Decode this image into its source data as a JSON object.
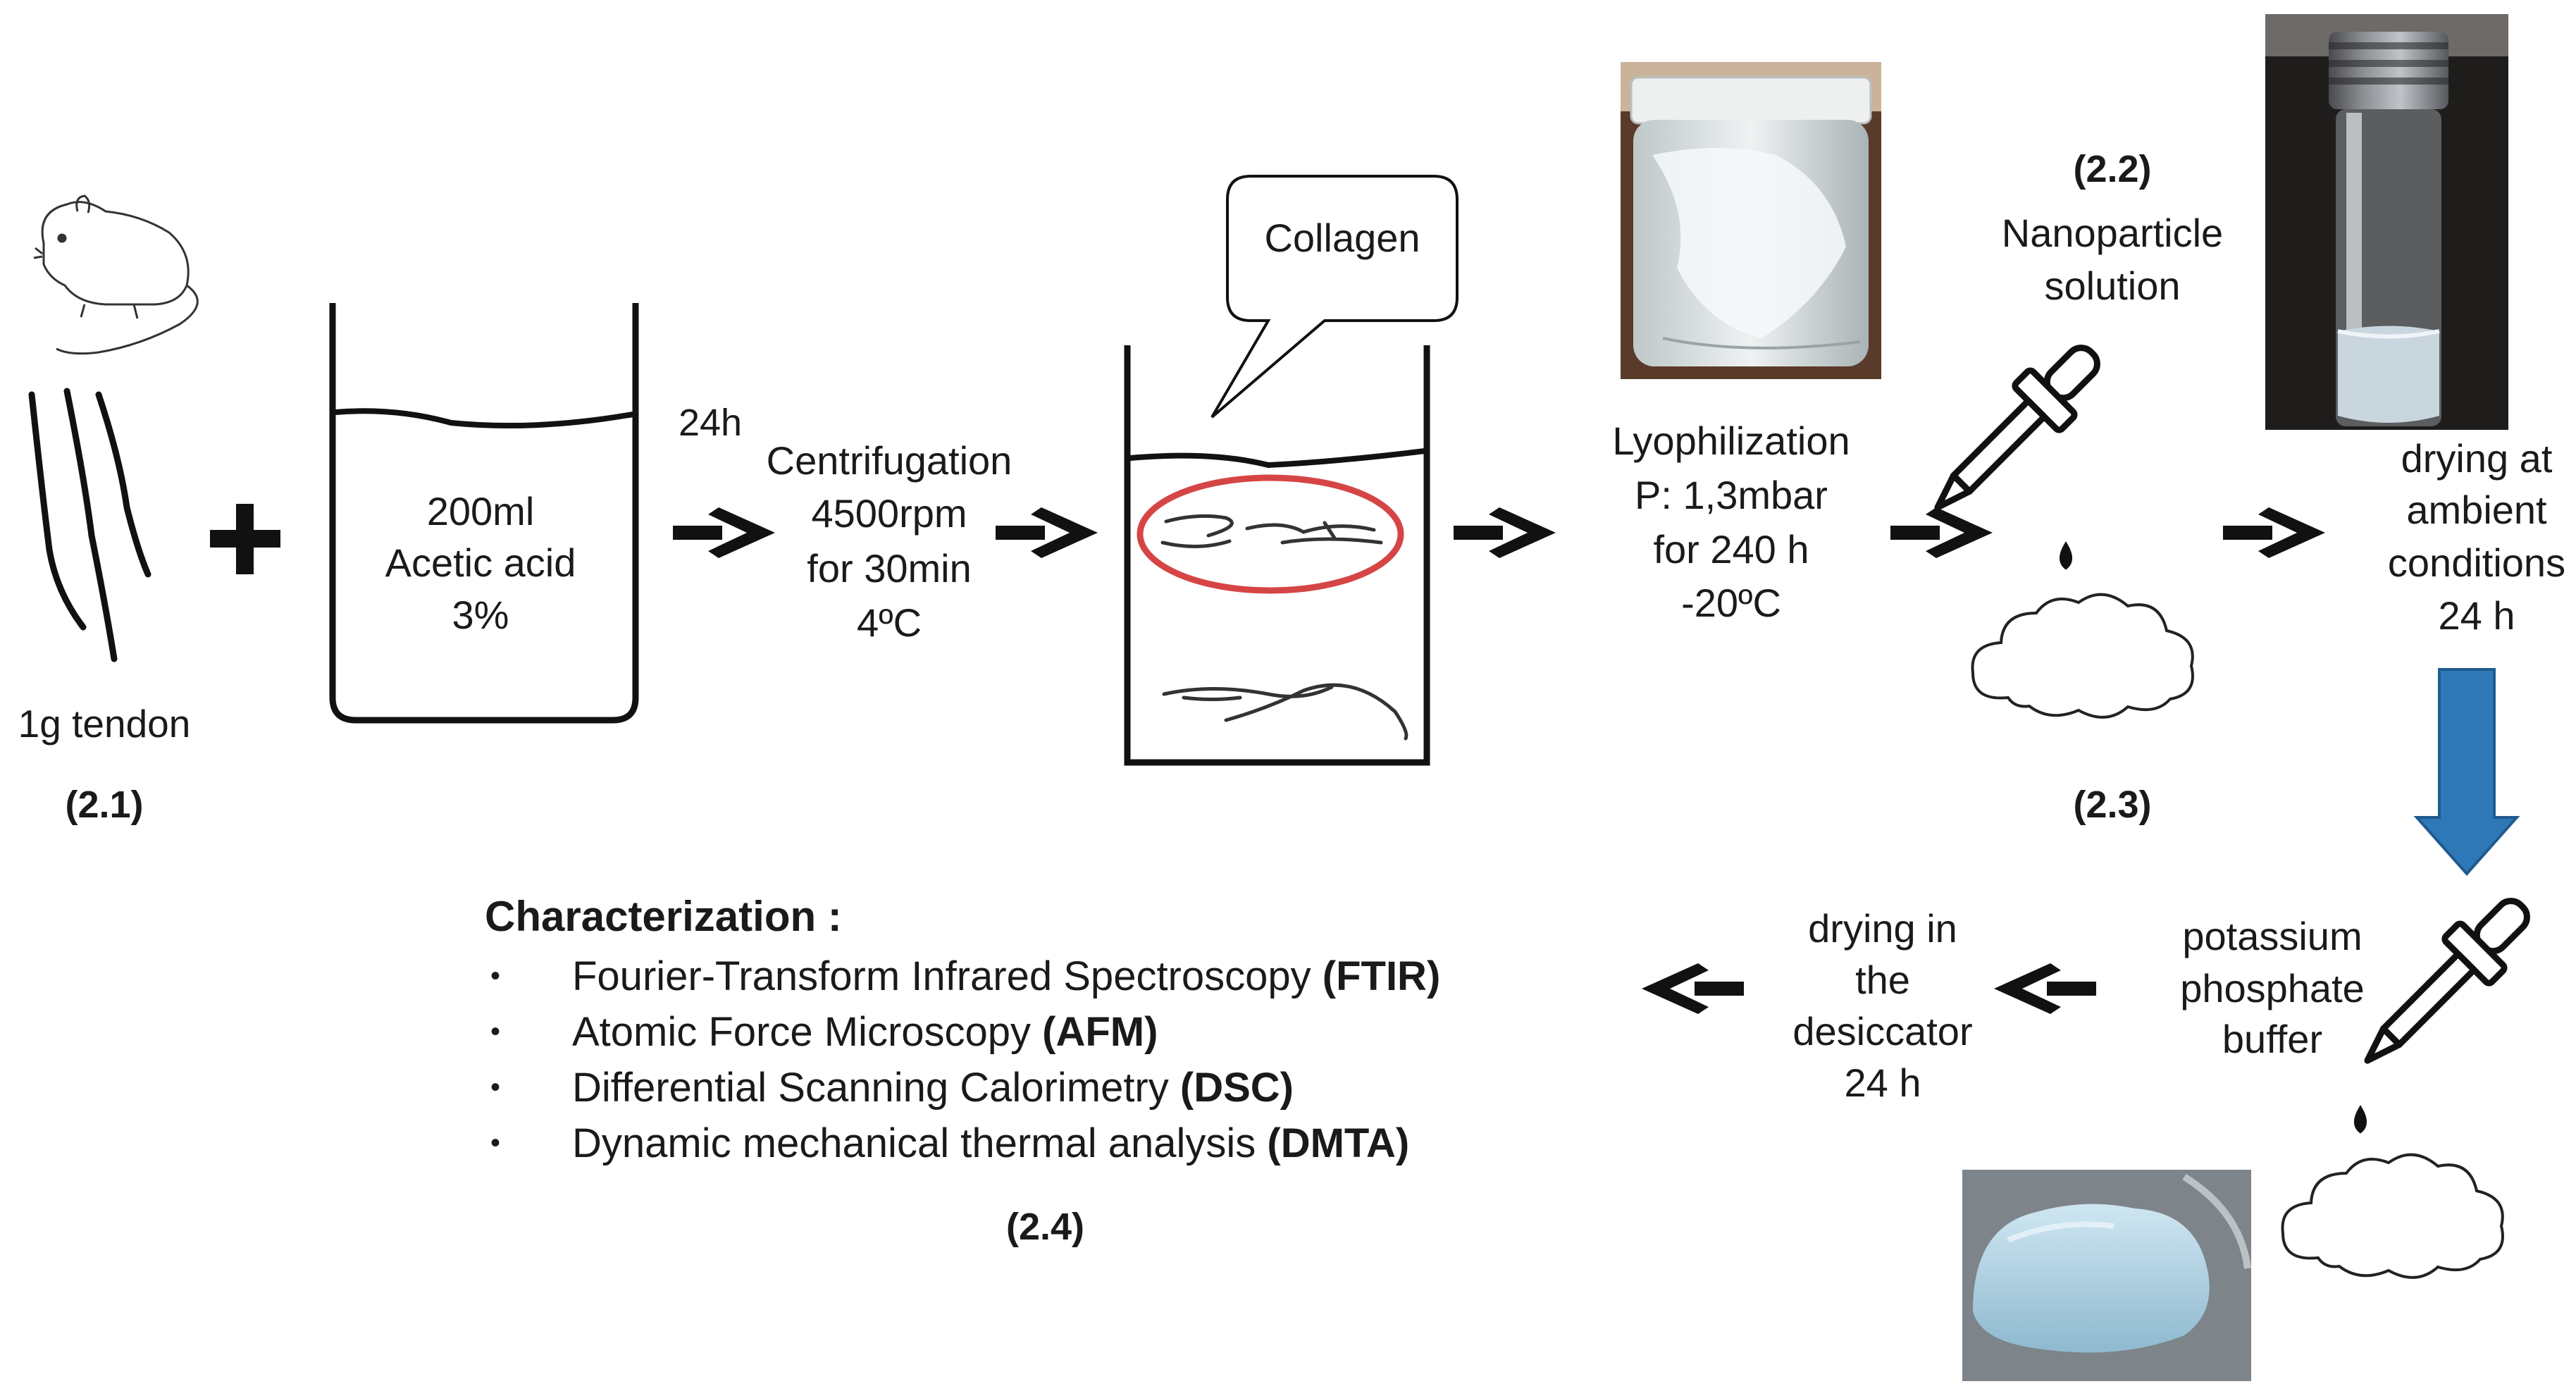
{
  "steps": {
    "extraction": {
      "tendon_label": "1g tendon",
      "step_id": "(2.1)",
      "acid_volume": "200ml",
      "acid_name": "Acetic acid",
      "acid_conc": "3%",
      "time_label": "24h"
    },
    "centrifugation": {
      "title": "Centrifugation",
      "speed": "4500rpm",
      "duration": "for 30min",
      "temperature": "4ºC"
    },
    "collagen": {
      "callout": "Collagen"
    },
    "lyophilization": {
      "title": "Lyophilization",
      "pressure": "P: 1,3mbar",
      "duration": "for 240 h",
      "temperature": "-20ºC"
    },
    "nanoparticle": {
      "step_id": "(2.2)",
      "line1": "Nanoparticle",
      "line2": "solution",
      "step_id_2": "(2.3)"
    },
    "drying_ambient": {
      "line1": "drying at",
      "line2": "ambient",
      "line3": "conditions",
      "line4": "24 h"
    },
    "buffer": {
      "line1": "potassium",
      "line2": "phosphate",
      "line3": "buffer"
    },
    "drying_desiccator": {
      "line1": "drying in",
      "line2": "the",
      "line3": "desiccator",
      "line4": "24 h"
    },
    "characterization": {
      "title": "Characterization :",
      "items": [
        {
          "bullet": "•",
          "name": "Fourier-Transform Infrared Spectroscopy ",
          "abbr": "(FTIR)"
        },
        {
          "bullet": "•",
          "name": "Atomic Force Microscopy ",
          "abbr": "(AFM)"
        },
        {
          "bullet": "•",
          "name": "Differential Scanning Calorimetry ",
          "abbr": "(DSC)"
        },
        {
          "bullet": "•",
          "name": "Dynamic mechanical thermal analysis ",
          "abbr": "(DMTA)"
        }
      ],
      "step_id": "(2.4)"
    }
  },
  "colors": {
    "arrow": "#111111",
    "ellipse": "#d64545",
    "down_arrow": "#2f78b8",
    "down_arrow_edge": "#1f5a8f"
  },
  "icons": [
    "rat-icon",
    "tendon-icon",
    "plus-icon",
    "beaker-icon",
    "dropper-icon",
    "cloud-icon",
    "photo-jar",
    "photo-vial",
    "photo-hydrogel"
  ]
}
